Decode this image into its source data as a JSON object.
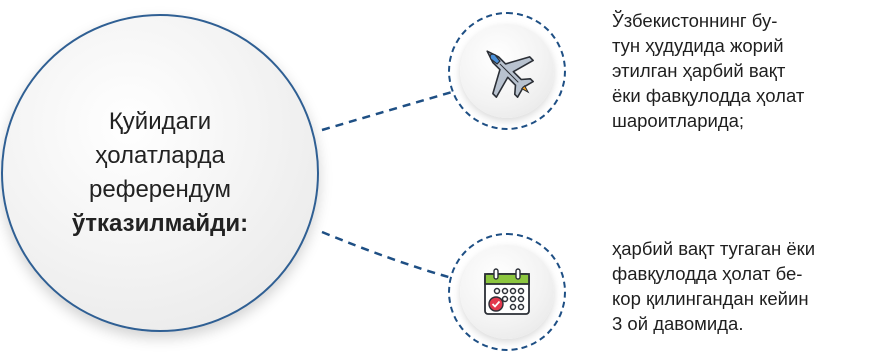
{
  "main": {
    "lines": [
      "Қуйидаги",
      "ҳолатларда",
      "референдум"
    ],
    "emphasis": "ўтказилмайди:"
  },
  "items": [
    {
      "icon": "fighter-jet-icon",
      "lines": [
        "Ўзбекистоннинг бу-",
        "тун ҳудудида жорий",
        "этилган ҳарбий вақт",
        "ёки фавқулодда ҳолат",
        "шароитларида;"
      ]
    },
    {
      "icon": "calendar-icon",
      "lines": [
        "ҳарбий вақт тугаган ёки",
        "фавқулодда ҳолат бе-",
        "кор қилингандан кейин",
        "3 ой давомида."
      ]
    }
  ],
  "colors": {
    "border": "#2f5f93",
    "dash": "#1e4f84"
  }
}
